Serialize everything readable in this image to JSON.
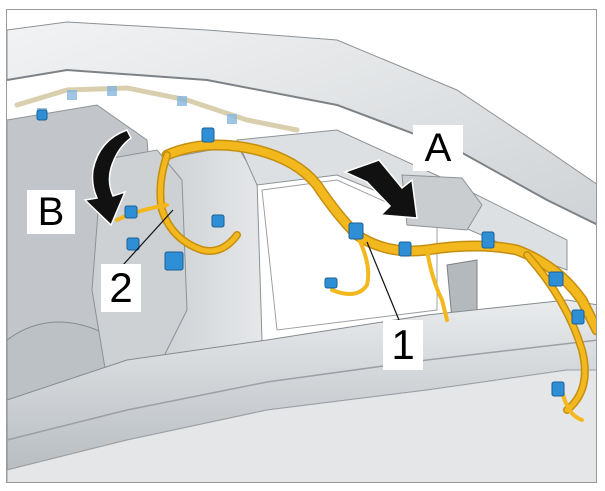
{
  "callouts": {
    "a": "A",
    "b": "B",
    "c1": "1",
    "c2": "2"
  },
  "colors": {
    "harness": "#f2b81e",
    "clip": "#2f8fd6",
    "body": "#d6d9dc",
    "body_shadow": "#a9aeb3",
    "roof": "#e7e9eb",
    "arrow": "#111111"
  },
  "icons": {
    "arrow_a": "curved-arrow-icon",
    "arrow_b": "curved-arrow-icon"
  }
}
